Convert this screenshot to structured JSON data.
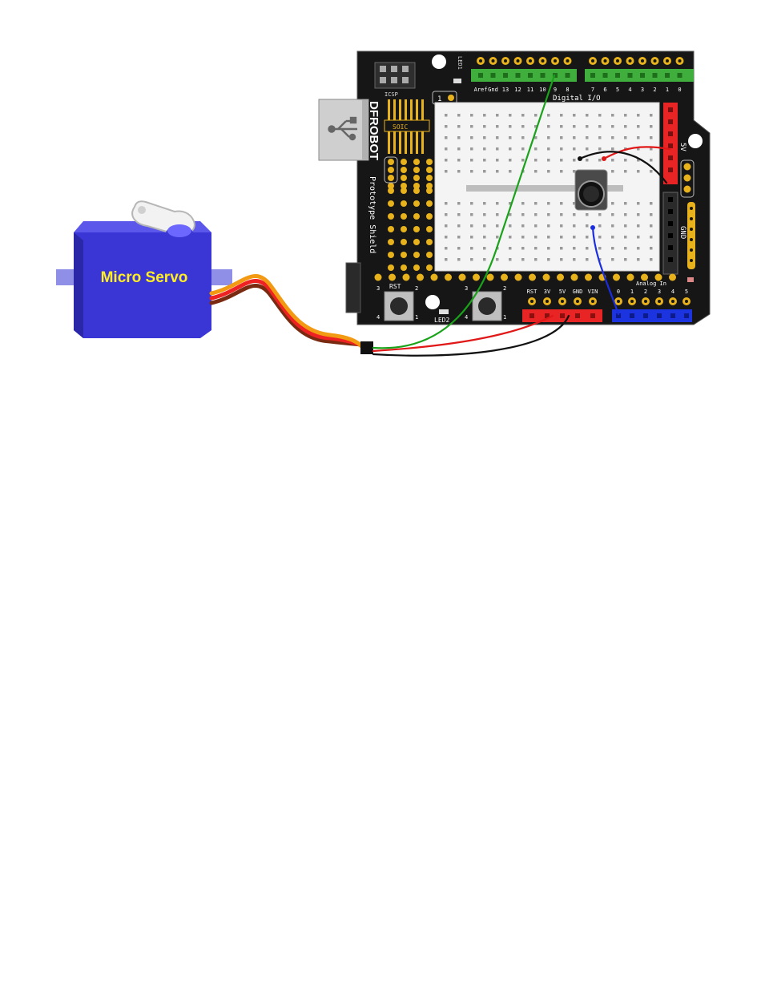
{
  "servo": {
    "label": "Micro Servo"
  },
  "shield": {
    "brand": "DFROBOT",
    "title": "Prototype Shield",
    "icsp_label": "ICSP",
    "soic_label": "SOIC",
    "led1_label": "LED1",
    "led2_label": "LED2",
    "rst_label": "RST",
    "digital_label": "Digital I/O",
    "analog_label": "Analog In",
    "gnd_rail_label": "GND",
    "v5_rail_label": "5V",
    "header_one_label": "1",
    "digital_pins": [
      "Aref",
      "Gnd",
      "13",
      "12",
      "11",
      "10",
      "9",
      "8",
      "7",
      "6",
      "5",
      "4",
      "3",
      "2",
      "1",
      "0"
    ],
    "power_pins": [
      "RST",
      "3V",
      "5V",
      "GND",
      "VIN"
    ],
    "analog_pins": [
      "0",
      "1",
      "2",
      "3",
      "4",
      "5"
    ],
    "button_left_pins": [
      "3",
      "2",
      "4",
      "1"
    ],
    "button_right_pins": [
      "3",
      "2",
      "4",
      "1"
    ]
  },
  "colors": {
    "servo_body": "#3a36d6",
    "board": "#161616",
    "green_header": "#3fae3c",
    "red_header": "#e82424",
    "blue_header": "#1c33e0",
    "pad": "#e8b21c",
    "wire_signal": "#1aa31a",
    "wire_power": "#e01818",
    "wire_ground": "#111111",
    "wire_analog": "#1a2ee0"
  }
}
